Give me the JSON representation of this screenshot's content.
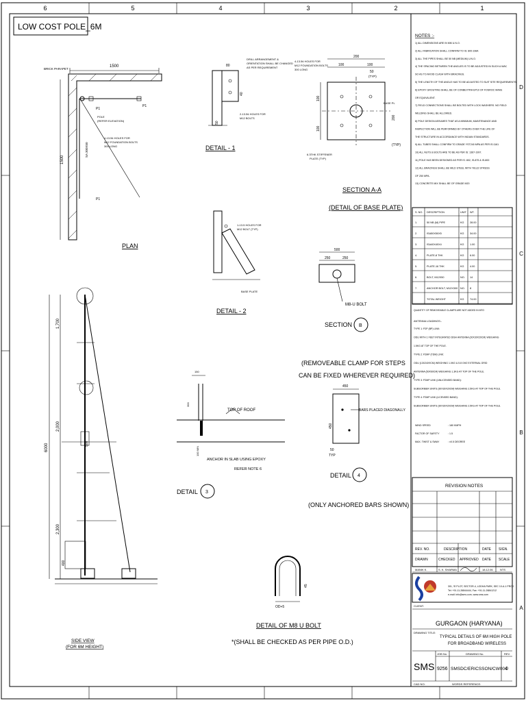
{
  "sheet": {
    "title": "LOW COST POLE_6M",
    "top_grid": [
      "6",
      "5",
      "4",
      "3",
      "2",
      "1"
    ],
    "side_grid": [
      "D",
      "C",
      "B",
      "A"
    ]
  },
  "plan": {
    "title": "PLAN",
    "dim_1500": "1500",
    "brick_parapet": "BRICK PARAPET",
    "pole_label": "POLE",
    "refer_elevation": "(REFER ELEVATION)",
    "holes_note_1": "4-13.5¢ HOLES FOR",
    "holes_note_2": "M12 FOUNDATION BOLTS",
    "holes_note_3": "300 LONG",
    "p1a": "P1",
    "p1b": "P1",
    "p1c": "P1",
    "dim_side": "1500",
    "dim_diag": "SA 300X50"
  },
  "detail1": {
    "title": "DETAIL - 1",
    "note1": "DRILL ARRANGEMENT &",
    "note2": "ORIENTATION SHALL BE CHANGED",
    "note3": "AS PER REQUIREMENT",
    "dim_80": "80",
    "dim_40": "40",
    "dim_50": "50",
    "holes": "2-13.5¢ HOLES FOR",
    "bolts": "M12 BOLTS"
  },
  "section_aa": {
    "title": "SECTION A-A",
    "subtitle": "(DETAIL OF BASE PLATE)",
    "holes1": "4-13.5¢ HOLES FOR",
    "holes2": "M12 FOUNDATION BOLTS",
    "holes3": "300 LONG",
    "dim_200": "200",
    "dim_100a": "100",
    "dim_100b": "100",
    "dim_50": "50",
    "typ": "(TYP)",
    "dim_v1": "100",
    "dim_v2": "100",
    "dim_v3": "200",
    "stiffener": "6.3THK STIFFENER",
    "plate": "PLATE (TYP)",
    "base_pl": "BASE PL",
    "typ2": "(TYP)"
  },
  "detail2": {
    "title": "DETAIL - 2",
    "holes1": "1-13.5 HOLES FOR",
    "holes2": "M12 BOLT (TYP)",
    "base_plate": "BASE PLATE"
  },
  "section_b": {
    "title": "SECTION",
    "marker": "B",
    "dim_500": "500",
    "dim_250a": "250",
    "dim_250b": "250",
    "bolt": "M8-U BOLT",
    "note1": "(REMOVEABLE CLAMP FOR STEPS",
    "note2": "CAN BE FIXED WHEREVER REQUIRED)"
  },
  "detail3": {
    "title": "DETAIL",
    "marker": "3",
    "top_of_roof": "TOP OF ROOF",
    "anchor1": "ANCHOR IN SLAB USING EPOXY",
    "anchor2": "REFER NOTE 6",
    "dim_150": "150",
    "dim_300": "300",
    "dim_min": "100 MIN"
  },
  "detail4": {
    "title": "DETAIL",
    "marker": "4",
    "dim_450": "450",
    "dim_450v": "450",
    "dim_50": "50",
    "typ": "TYP",
    "bars": "BARS PLACED DIAGONALLY",
    "note": "(ONLY ANCHORED BARS SHOWN)"
  },
  "side_view": {
    "title": "SIDE VIEW",
    "subtitle": "(FOR 6M HEIGHT)",
    "dim_total": "6000",
    "dim_1700": "1,700",
    "dim_2000": "2,000",
    "dim_2300": "2,300",
    "dim_400": "400",
    "dim_500": "500"
  },
  "ubolt": {
    "title": "DETAIL OF M8 U BOLT",
    "note": "*(SHALL BE CHECKED AS PER PIPE O.D.)",
    "dim_od": "OD+5",
    "dim_45": "45"
  },
  "notes": {
    "heading": "NOTES :-",
    "items": [
      "1) ALL DIMENSIONS ARE IN MM U.N.O.",
      "2) ALL FABRICATION SHALL CONFIRM TO IS: 800-1984.",
      "3) ALL THE PIPES SHALL BE 50 NB (MEDIUM) U.N.O.",
      "4) THE SPACING BETWEEN THE ANGLES IS TO BE ADJUSTED IN SUCH A WAY,",
      "   SO AS TO AVOID CLASH WITH BRACINGS.",
      "5) THE LENGTH OF THE ANGLE HAS TO BE ADJUSTED TO SUIT SITE REQUIREMENTS.",
      "6) EPOXY GROUTING SHALL BE OF CONBEXTRA EP10 OF FOSROC MAKE",
      "   OR EQUIVALENT.",
      "7) FIELD CONNECTIONS SHALL BE BOLTED WITH LOCK WASHERS. NO FIELD",
      "   WELDING SHALL BE ALLOWED.",
      "8) POLE DESIGN ASSUMES THAT AS A MINIMUM, MAINTENANCE AND",
      "   INSPECTION WILL BE PERFORMED BY OTHERS OVER THE LIFE OF",
      "   THE STRUCTURE IN ACCORDANCE WITH INDIAN STANDARDS.",
      "9) ALL TUBES SHALL CONFIRM TO GRADE YST240 MPA AS PER IS:1161",
      "10) ALL NUTS & BOLTS ARE TO BE AS PER IS: 1367-1997.",
      "11) POLE HAS BEEN DESIGNED AS PER IS: 802, IS-875 & IS-800",
      "12) ALL BRACINGS SHALL BE MILD STEEL WITH YIELD STRESS",
      "    OF 250 MPA.",
      "13) CONCRETE MIX SHALL BE OF GRADE M20"
    ]
  },
  "bom": {
    "headers": [
      "S. NO.",
      "DESCRIPTION",
      "UNIT",
      "WT."
    ],
    "rows": [
      [
        "1.",
        "50 NB (M) PIPE",
        "KG",
        "28.00"
      ],
      [
        "2.",
        "ISA50X50X5",
        "KG",
        "34.00"
      ],
      [
        "3.",
        "ISA40X40X4",
        "KG",
        "1.00"
      ],
      [
        "4.",
        "PLATE-8 THK",
        "KG",
        "6.00"
      ],
      [
        "5.",
        "PLATE-16 THK",
        "KG",
        "4.00"
      ],
      [
        "6.",
        "BOLT, M12X50",
        "NO.",
        "14"
      ],
      [
        "7.",
        "ANCHOR BOLT, M12X300",
        "NO.",
        "8"
      ],
      [
        "",
        "TOTAL WEIGHT",
        "KG",
        "74.00"
      ]
    ],
    "footnote": "QUANTITY OF REMOVEABLE CLAMPS ARE NOT ADDED IN MTO"
  },
  "antenna": {
    "heading": "ANTENNA LOADINGS:-",
    "lines": [
      "TYPE 1: P2P (BP) LINK:",
      "ODU WITH 1 FEET INTEGRATED DISH ANTENNA (30X30X20CM) WEIGHING",
      "1.5KG AT TOP OF THE POLE.",
      "TYPE 2: P2MP (TDM) LINK:",
      "ODU (13X24X9CM) WEIGHING 1.0KG & 5.8 GHZ EXTERNAL GRID",
      "ANTENNA (50X60CM) WEIGHING 1.3KG AT TOP OF THE POLE.",
      "TYPE 3: P2MP LINK (UNLICENSED BAND):",
      "SUBSCRIBER UNITS (30X30X20CM) WEIGHING 2.5KG AT TOP OF THE POLE.",
      "TYPE 4: P2MP LINK (LICENSED BAND):",
      "SUBSCRIBER UNITS (30X30X20CM) WEIGHING 2.5KG AT TOP OF THE POLE."
    ],
    "params": [
      [
        "WIND SPEED",
        ": 180 KMPH"
      ],
      [
        "FACTOR OF SAFETY",
        ": 1.5"
      ],
      [
        "MAX. TWIST & SWAY",
        ": ±0.5 DEGREE"
      ]
    ]
  },
  "revision": {
    "title": "REVISION NOTES",
    "headers": [
      "REV. NO.",
      "DESCRIPTION",
      "DATE",
      "SIGN."
    ],
    "sign_headers": [
      "DRAWN",
      "CHECKED",
      "APPROVED",
      "DATE",
      "SCALE"
    ],
    "sign_values": [
      "MANIK K.",
      "S. K. SHARMA",
      "",
      "18.12.06",
      "NTS"
    ]
  },
  "company": {
    "line1": "301, 'B' PLOT, SECTOR-4, LODHA PARK, SEC 10-A-1 PROJ.",
    "line2": "Tel: +91-11-26844444, Fax: +91-11-26841212",
    "line3": "e-mail: info@sms.com, www.sms.com"
  },
  "title_block": {
    "client_label": "CLIENT:",
    "client_value": "",
    "location": "GURGAON (HARYANA)",
    "drawing_title_label": "DRAWING TITLE:",
    "drawing_title_1": "TYPICAL DETAILS OF 6M HIGH POLE",
    "drawing_title_2": "FOR BROADBAND WIRELESS",
    "logo_text": "SMS",
    "job_no_label": "JOB No.",
    "drawing_no_label": "DRAWING No.",
    "rev_label": "REV.",
    "job_no": "9256",
    "drawing_no": "SMSDC/ERICSSON/CW004",
    "rev": "0",
    "cad_no_label": "CAD NO:",
    "words_ref_label": "WORDS REFERENCE:"
  }
}
